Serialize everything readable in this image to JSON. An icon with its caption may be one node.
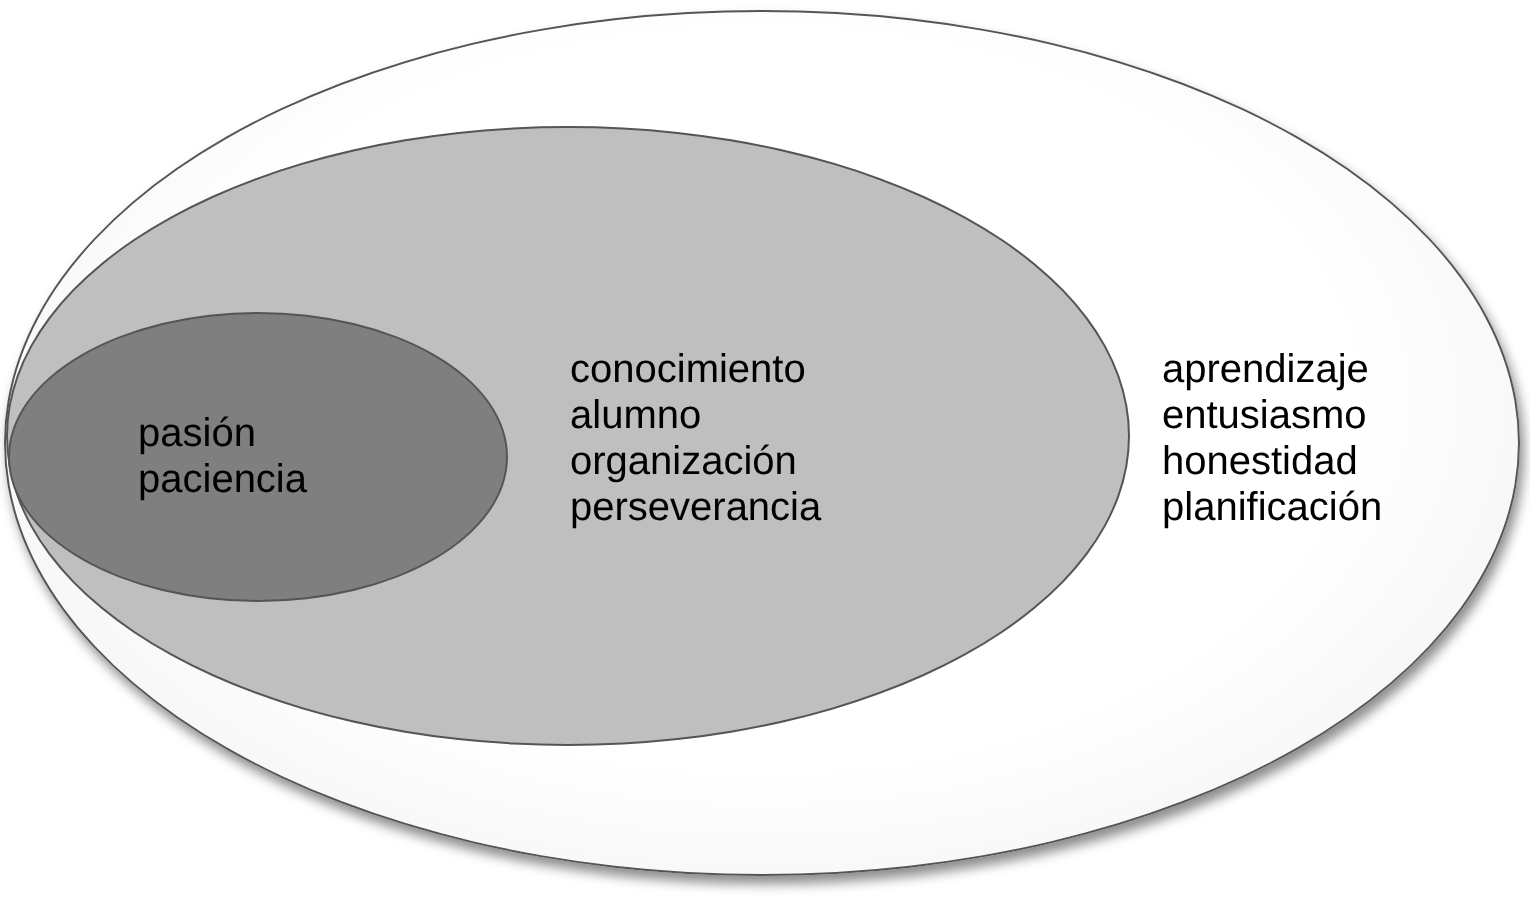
{
  "diagram": {
    "nodes": [
      {
        "text": [
          "aprendizaje entusiasmo honestidad planificación"
        ]
      },
      {
        "text": [
          "conocimiento alumno organización perseverancia"
        ],
        "in": 0
      },
      {
        "text": [
          "pasión paciencia"
        ],
        "in": 1
      }
    ]
  }
}
